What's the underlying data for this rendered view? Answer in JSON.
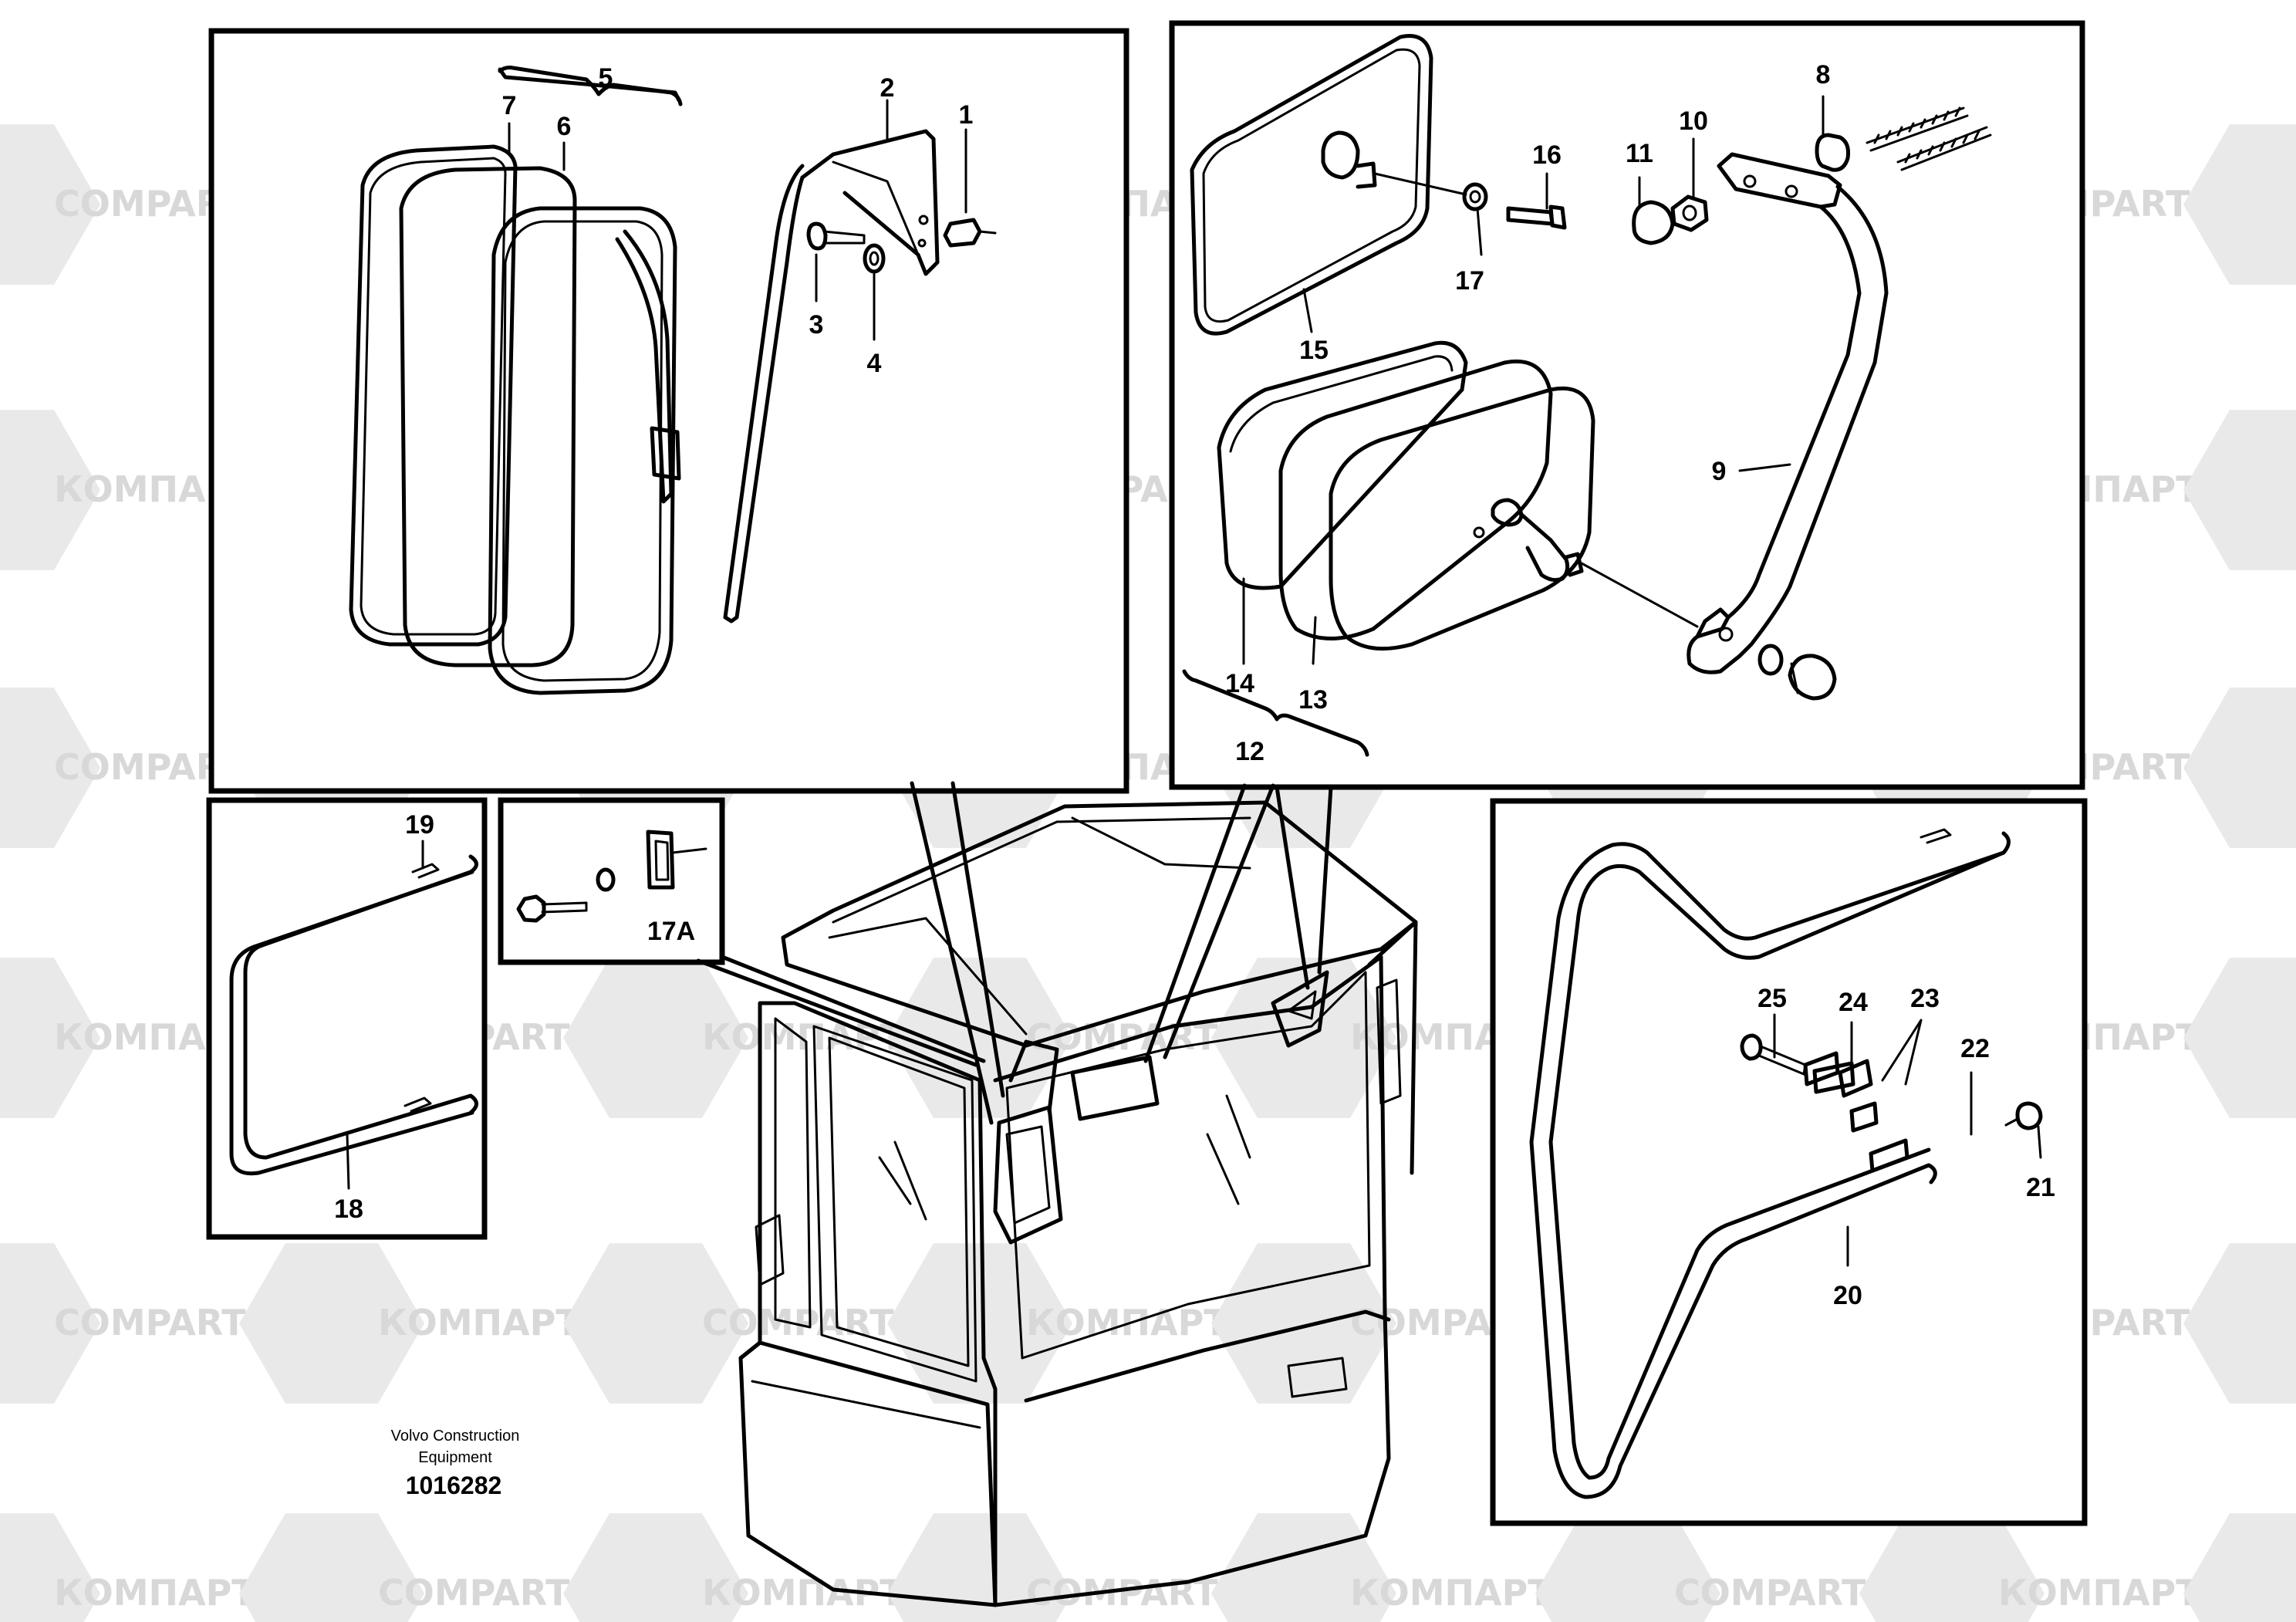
{
  "watermark": {
    "latin": "COMPART",
    "cyrillic": "КОМПАРТ"
  },
  "credit": {
    "line1": "Volvo Construction",
    "line2": "Equipment",
    "doc_number": "1016282"
  },
  "callouts": {
    "c1": "1",
    "c2": "2",
    "c3": "3",
    "c4": "4",
    "c5": "5",
    "c6": "6",
    "c7": "7",
    "c8": "8",
    "c9": "9",
    "c10": "10",
    "c11": "11",
    "c12": "12",
    "c13": "13",
    "c14": "14",
    "c15": "15",
    "c16": "16",
    "c17": "17",
    "c17a": "17A",
    "c18": "18",
    "c19": "19",
    "c20": "20",
    "c21": "21",
    "c22": "22",
    "c23": "23",
    "c24": "24",
    "c25": "25"
  }
}
